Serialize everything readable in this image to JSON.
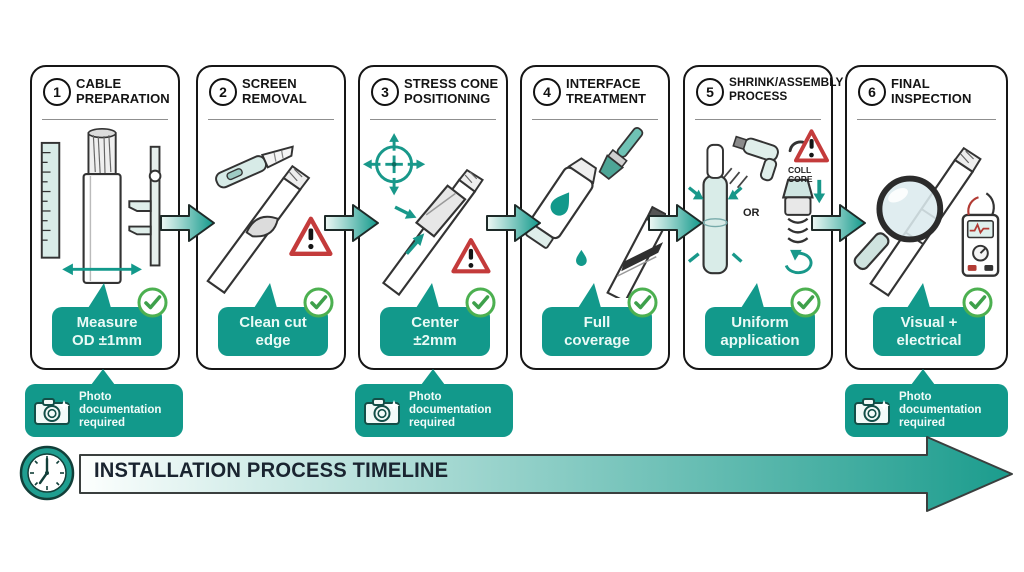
{
  "colors": {
    "teal": "#12998b",
    "teal_light": "#d9ece8",
    "check_green": "#4cb050",
    "warning_red": "#c43b3b",
    "ink": "#141414",
    "band_start": "#fdfffe",
    "band_end": "#1b9c8d"
  },
  "icons": {
    "check": "circled-checkmark",
    "warning": "exclamation-triangle",
    "camera": "camera",
    "clock": "clock",
    "crosshair": "crosshair-arrows"
  },
  "steps": [
    {
      "number": "1",
      "title1": "CABLE",
      "title2": "PREPARATION",
      "callout1": "Measure",
      "callout2": "OD ±1mm"
    },
    {
      "number": "2",
      "title1": "SCREEN",
      "title2": "REMOVAL",
      "callout1": "Clean cut",
      "callout2": "edge"
    },
    {
      "number": "3",
      "title1": "STRESS CONE",
      "title2": "POSITIONING",
      "callout1": "Center",
      "callout2": "±2mm"
    },
    {
      "number": "4",
      "title1": "INTERFACE",
      "title2": "TREATMENT",
      "callout1": "Full",
      "callout2": "coverage"
    },
    {
      "number": "5",
      "title1": "SHRINK/ASSEMBLY",
      "title2": "PROCESS",
      "callout1": "Uniform",
      "callout2": "application",
      "or_label": "OR",
      "core_label1": "COLL",
      "core_label2": "CORE"
    },
    {
      "number": "6",
      "title1": "FINAL",
      "title2": "INSPECTION",
      "callout1": "Visual +",
      "callout2": "electrical"
    }
  ],
  "photo_badge": {
    "line1": "Photo",
    "line2": "documentation",
    "line3": "required"
  },
  "timeline": {
    "label": "INSTALLATION PROCESS TIMELINE"
  }
}
